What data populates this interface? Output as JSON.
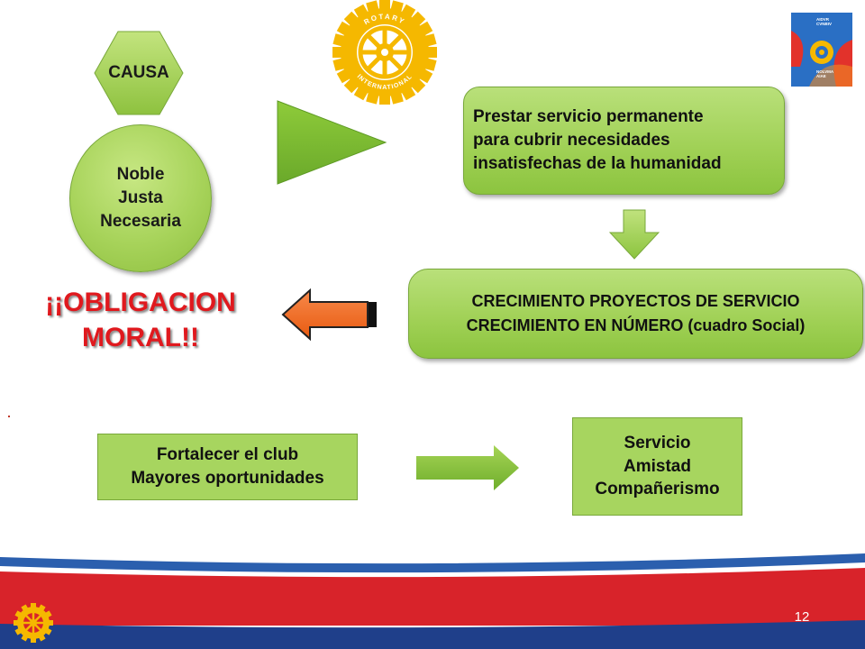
{
  "hexagon": {
    "label": "CAUSA"
  },
  "circle": {
    "lines": [
      "Noble",
      "Justa",
      "Necesaria"
    ]
  },
  "service_box": {
    "lines": [
      "Prestar servicio permanente",
      "para cubrir necesidades",
      "insatisfechas de la humanidad"
    ]
  },
  "growth_box": {
    "lines": [
      "CRECIMIENTO PROYECTOS DE SERVICIO",
      "CRECIMIENTO EN NÚMERO (cuadro Social)"
    ]
  },
  "moral": {
    "lines": [
      "¡¡OBLIGACION",
      "MORAL!!"
    ]
  },
  "club_box": {
    "lines": [
      "Fortalecer el club",
      "Mayores oportunidades"
    ]
  },
  "values_box": {
    "lines": [
      "Servicio",
      "Amistad",
      "Compañerismo"
    ]
  },
  "rotary_emblem": {
    "top_text": "ROTARY",
    "bottom_text": "INTERNATIONAL"
  },
  "logo": {
    "top_lines": [
      "AIDVR",
      "CVNBIV"
    ],
    "bottom_lines": [
      "NOLVMA",
      "AIAE"
    ]
  },
  "footer": {
    "page_number": "12"
  },
  "colors": {
    "green": "#a7d55f",
    "red_text": "#e0191e",
    "orange_arrow": "#f26a1b",
    "rotary_gold": "#f5b800",
    "band_red": "#d8232a",
    "band_blue": "#1f3f8a"
  }
}
